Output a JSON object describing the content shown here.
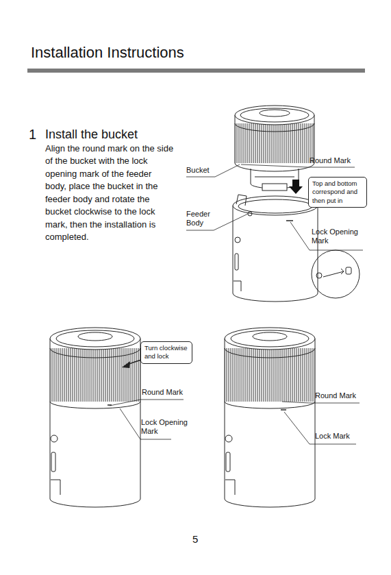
{
  "diagram": {
    "title": "Installation Instructions",
    "nodes": [
      {
        "text": [
          "Top and bottom correspond and then put in"
        ]
      },
      {
        "text": [
          "Turn clockwise and lock"
        ]
      }
    ],
    "labels": [
      "1",
      "Install the bucket",
      "Align the round mark on the side of the bucket with the lock opening mark of the feeder body, place the bucket in the feeder body and rotate the bucket clockwise to the lock mark, then the installation is completed.",
      "Bucket",
      "Round Mark",
      "Feeder Body",
      "Lock Opening Mark",
      "Round Mark",
      "Lock Opening Mark",
      "Round Mark",
      "Lock Mark",
      "5"
    ]
  }
}
